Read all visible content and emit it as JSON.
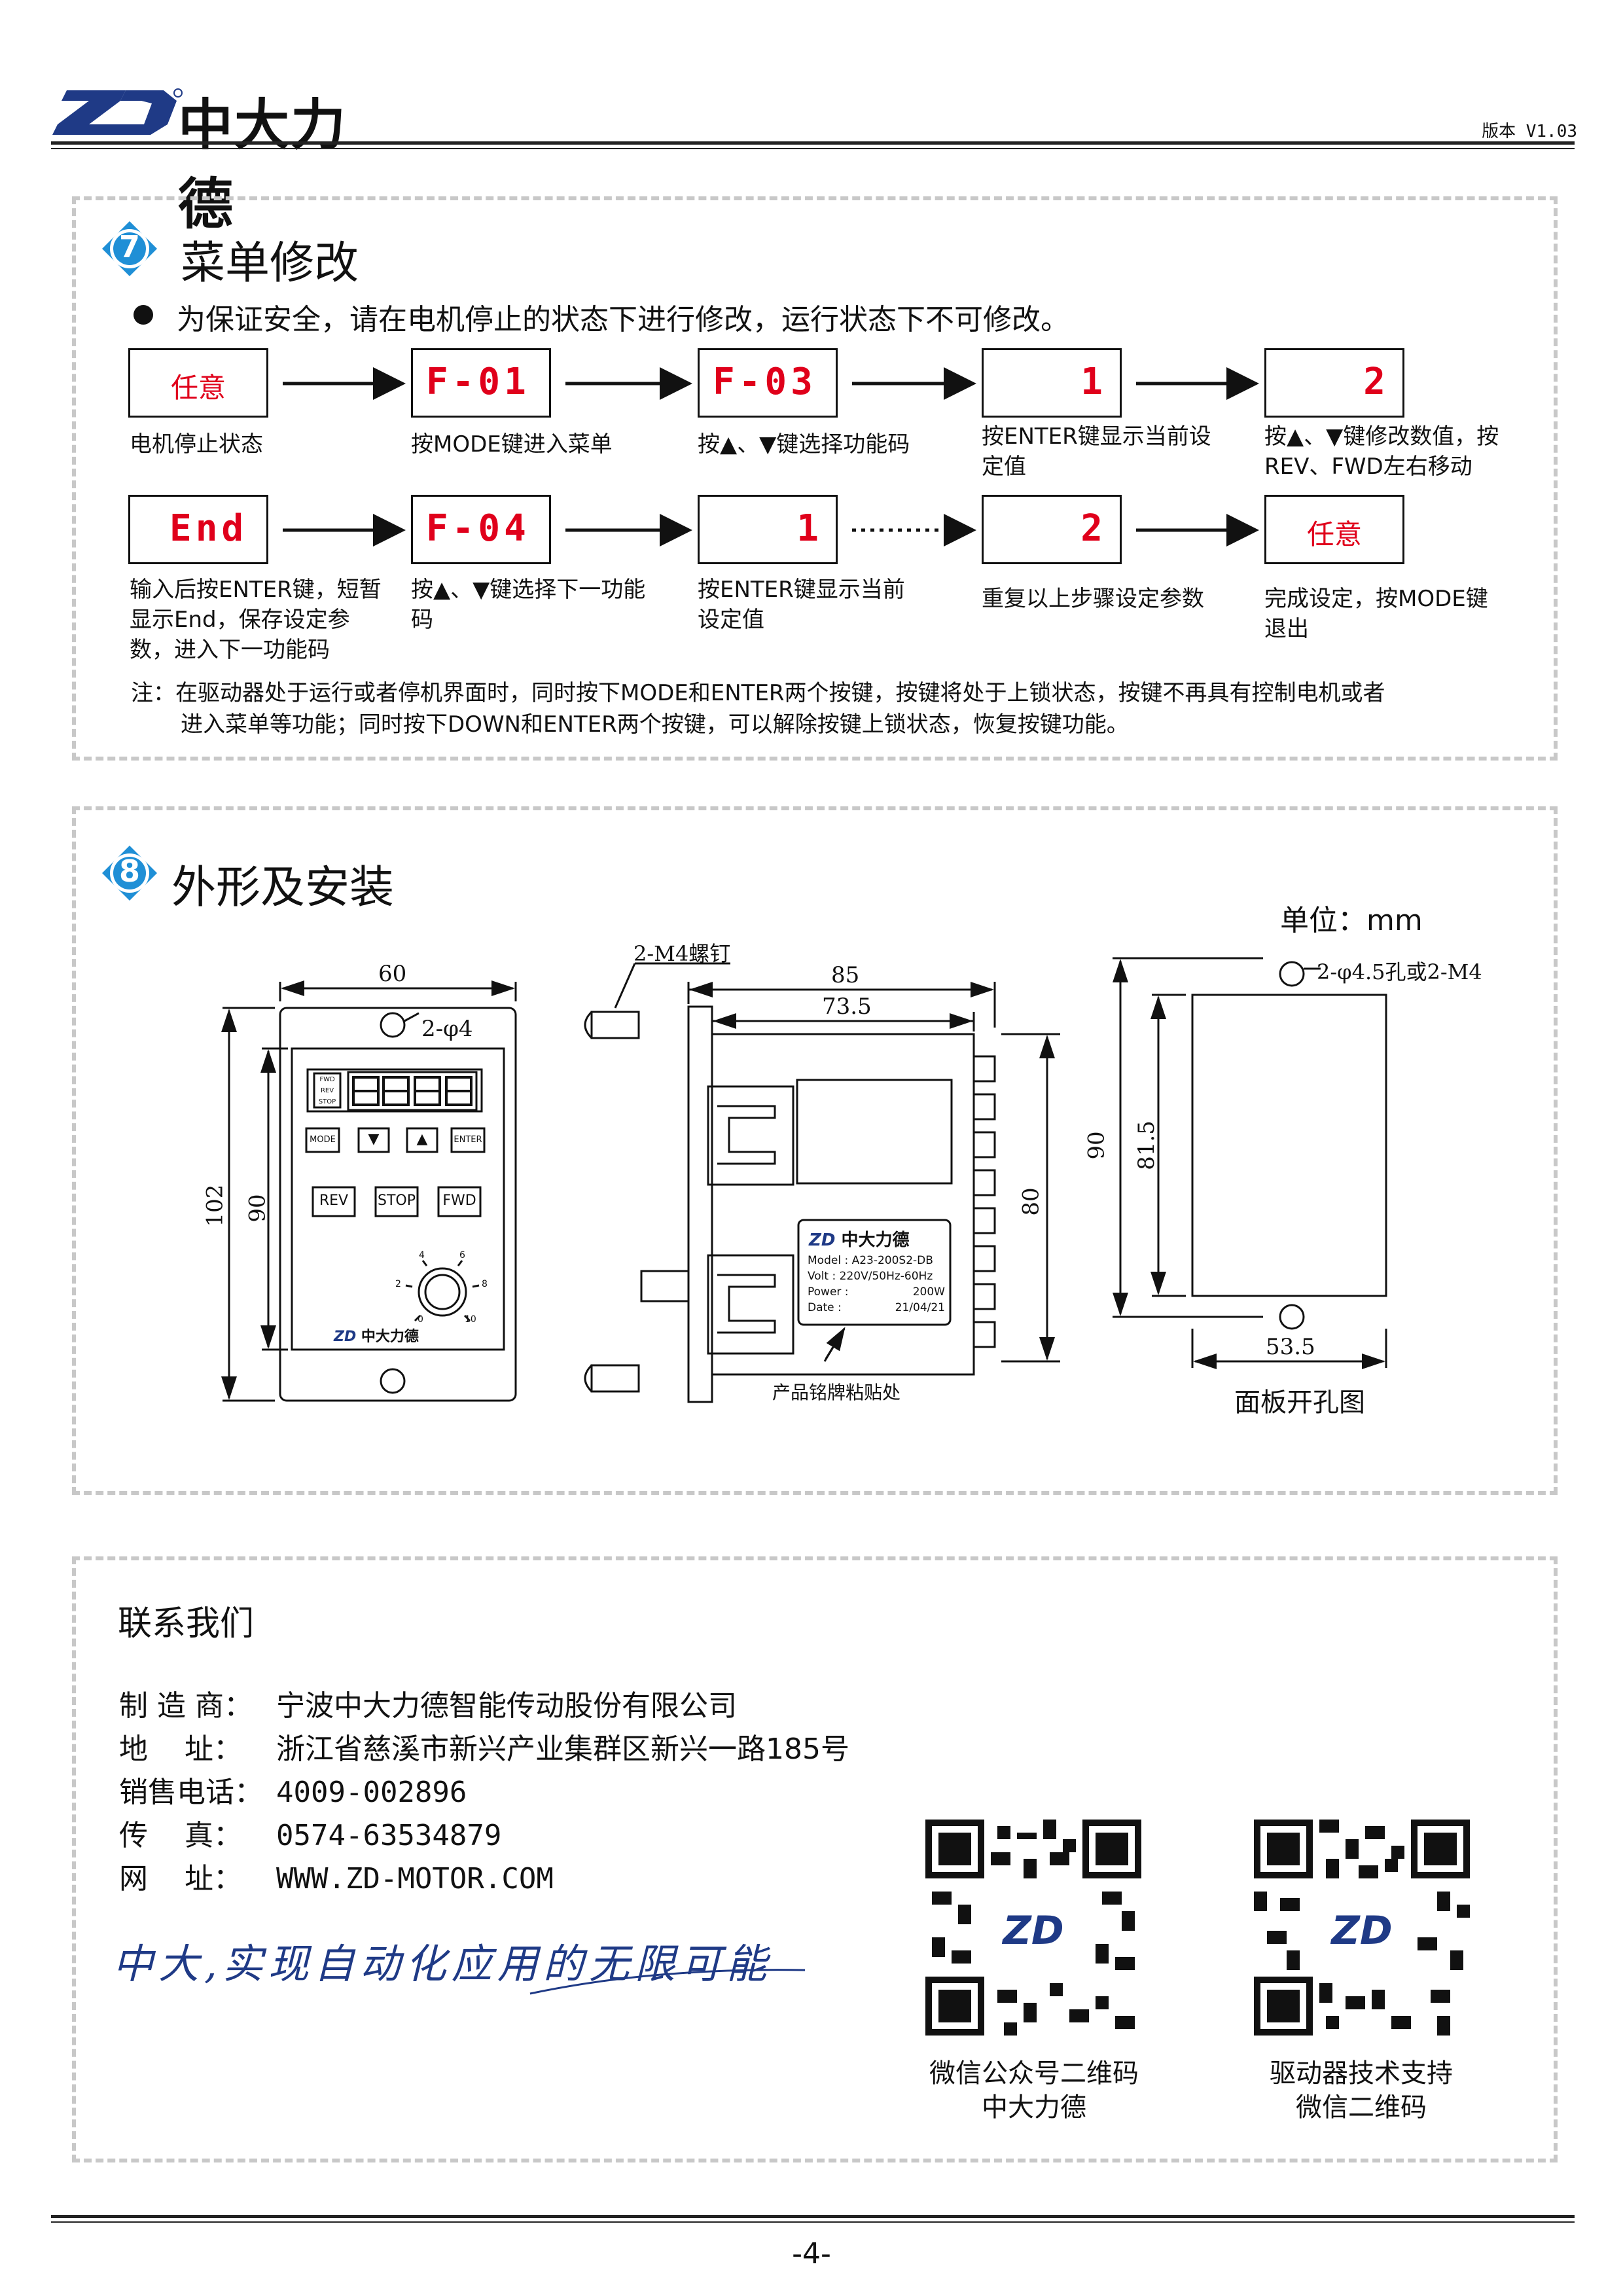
{
  "header": {
    "logo_text": "中大力德",
    "version": "版本 V1.03"
  },
  "section7": {
    "number": "7",
    "title": "菜单修改",
    "bullet": "为保证安全，请在电机停止的状态下进行修改，运行状态下不可修改。",
    "row1": [
      {
        "display": "任意",
        "caption": "电机停止状态"
      },
      {
        "display": "F-01",
        "caption": "按MODE键进入菜单"
      },
      {
        "display": "F-03",
        "caption": "按▲、▼键选择功能码"
      },
      {
        "display": "1",
        "caption": "按ENTER键显示当前设定值"
      },
      {
        "display": "2",
        "caption": "按▲、▼键修改数值，按REV、FWD左右移动"
      }
    ],
    "row2": [
      {
        "display": "End",
        "caption": "输入后按ENTER键，短暂显示End，保存设定参数，进入下一功能码"
      },
      {
        "display": "F-04",
        "caption": "按▲、▼键选择下一功能码"
      },
      {
        "display": "1",
        "caption": "按ENTER键显示当前设定值"
      },
      {
        "display": "2",
        "caption": "重复以上步骤设定参数"
      },
      {
        "display": "任意",
        "caption": "完成设定，按MODE键退出"
      }
    ],
    "note_line1": "注：在驱动器处于运行或者停机界面时，同时按下MODE和ENTER两个按键，按键将处于上锁状态，按键不再具有控制电机或者",
    "note_line2": "进入菜单等功能；同时按下DOWN和ENTER两个按键，可以解除按键上锁状态，恢复按键功能。"
  },
  "section8": {
    "number": "8",
    "title": "外形及安装",
    "unit": "单位：mm",
    "front": {
      "width": "60",
      "height_outer": "102",
      "height_inner": "90",
      "hole": "2-φ4",
      "btn_mode": "MODE",
      "btn_up": "▲",
      "btn_down": "▼",
      "btn_enter": "ENTER",
      "btn_rev": "REV",
      "btn_stop": "STOP",
      "btn_fwd": "FWD",
      "ind1": "FWD",
      "ind2": "REV",
      "ind3": "STOP",
      "knob_ticks": [
        "0",
        "2",
        "4",
        "6",
        "8",
        "10"
      ],
      "brand": "中大力德"
    },
    "side": {
      "screw": "2-M4螺钉",
      "depth": "85",
      "depth_inner": "73.5",
      "height": "80",
      "nameplate_brand": "中大力德",
      "model": "Model : A23-200S2-DB",
      "volt": "Volt : 220V/50Hz-60Hz",
      "power_label": "Power :",
      "power_value": "200W",
      "date_label": "Date :",
      "date_value": "21/04/21",
      "nameplate_caption": "产品铭牌粘贴处"
    },
    "cutout": {
      "hole": "2-φ4.5孔或2-M4",
      "height_outer": "90",
      "height_inner": "81.5",
      "width": "53.5",
      "caption": "面板开孔图"
    }
  },
  "contact": {
    "title": "联系我们",
    "rows": [
      {
        "label": "制 造 商：",
        "value": "宁波中大力德智能传动股份有限公司"
      },
      {
        "label": "地    址：",
        "value": "浙江省慈溪市新兴产业集群区新兴一路185号"
      },
      {
        "label": "销售电话：",
        "value": "4009-002896"
      },
      {
        "label": "传    真：",
        "value": "0574-63534879"
      },
      {
        "label": "网    址：",
        "value": "WWW.ZD-MOTOR.COM"
      }
    ],
    "slogan": "中大,实现自动化应用的无限可能",
    "qr1_line1": "微信公众号二维码",
    "qr1_line2": "中大力德",
    "qr2_line1": "驱动器技术支持",
    "qr2_line2": "微信二维码"
  },
  "footer": {
    "page": "-4-"
  },
  "colors": {
    "lcd_red": "#e0001b",
    "badge_blue": "#1f8fd6",
    "brand_navy": "#1f3a86"
  }
}
